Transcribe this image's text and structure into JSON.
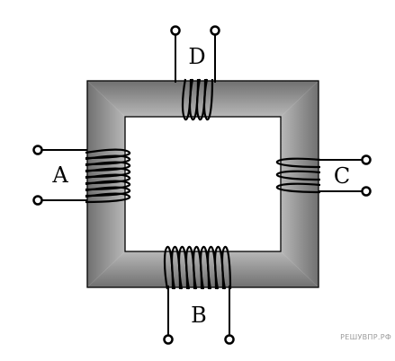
{
  "diagram": {
    "coils": [
      {
        "id": "A",
        "label": "A"
      },
      {
        "id": "B",
        "label": "B"
      },
      {
        "id": "C",
        "label": "C"
      },
      {
        "id": "D",
        "label": "D"
      }
    ],
    "watermark": "РЕШУВПР.РФ",
    "colors": {
      "core_light": "#b4b4b4",
      "core_dark": "#6e6e6e",
      "window": "#ffffff",
      "wire": "#000000"
    }
  }
}
